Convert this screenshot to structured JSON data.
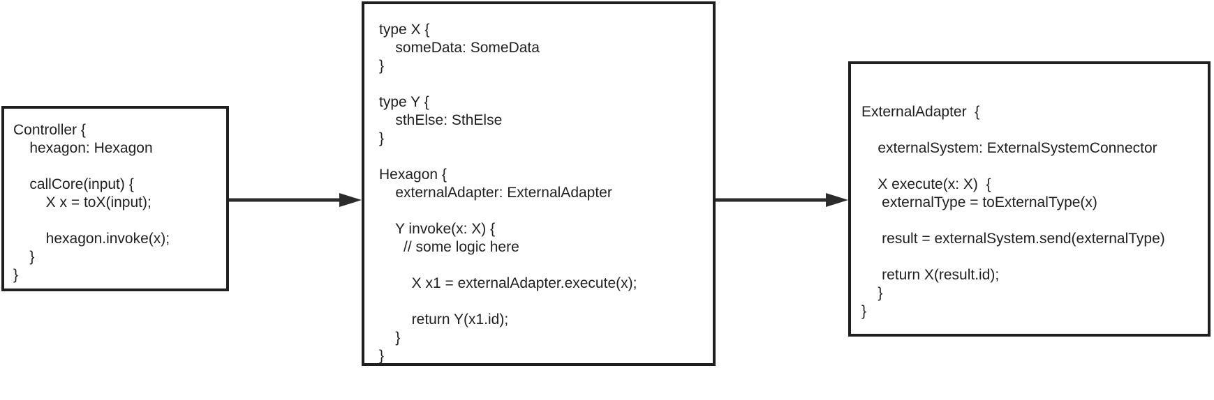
{
  "diagram": {
    "background_color": "#ffffff",
    "stroke_color": "#1f1f1f",
    "boxes": [
      {
        "name": "controller",
        "code": "Controller {\n    hexagon: Hexagon\n\n    callCore(input) {\n        X x = toX(input);\n\n        hexagon.invoke(x);\n    }\n}"
      },
      {
        "name": "hexagon-core",
        "code": "type X {\n    someData: SomeData\n}\n\ntype Y {\n    sthElse: SthElse\n}\n\nHexagon {\n    externalAdapter: ExternalAdapter\n\n    Y invoke(x: X) {\n      // some logic here\n\n        X x1 = externalAdapter.execute(x);\n\n        return Y(x1.id);\n    }\n}"
      },
      {
        "name": "external-adapter",
        "code": "ExternalAdapter  {\n\n    externalSystem: ExternalSystemConnector\n\n    X execute(x: X)  {\n     externalType = toExternalType(x)\n\n     result = externalSystem.send(externalType)\n\n     return X(result.id);\n    }\n}"
      }
    ],
    "arrows": [
      {
        "from": "controller",
        "to": "hexagon-core"
      },
      {
        "from": "hexagon-core",
        "to": "external-adapter"
      }
    ]
  }
}
